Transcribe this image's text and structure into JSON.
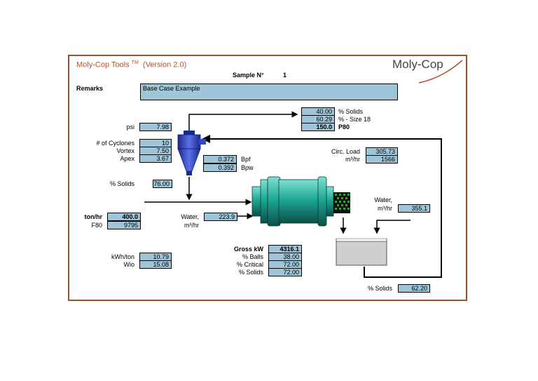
{
  "header": {
    "title": "Moly-Cop Tools",
    "tm": "TM",
    "version": "(Version 2.0)",
    "logo": "Moly-Cop",
    "sample_label": "Sample N°",
    "sample_value": "1",
    "remarks_label": "Remarks",
    "remarks_value": "Base Case Example"
  },
  "cyclone": {
    "psi_label": "psi",
    "psi": "7.98",
    "num_label": "# of Cyclones",
    "num": "10",
    "vortex_label": "Vortex",
    "vortex": "7.50",
    "apex_label": "Apex",
    "apex": "3.67",
    "bpf": "0.372",
    "bpf_label": "Bpf",
    "bpw": "0.392",
    "bpw_label": "Bpw",
    "solids_label": "% Solids",
    "solids": "76.00"
  },
  "overflow": {
    "solids": "40.00",
    "solids_label": "% Solids",
    "size": "60.29",
    "size_label": "% - Size 18",
    "p80": "150.0",
    "p80_label": "P80"
  },
  "circ": {
    "label": "Circ. Load",
    "value": "305.73",
    "m3_label": "m³/hr",
    "m3": "1566"
  },
  "feed": {
    "ton_label": "ton/hr",
    "ton": "400.0",
    "f80_label": "F80",
    "f80": "9795",
    "water_label": "Water,",
    "water_unit": "m³/hr",
    "water": "223.9"
  },
  "sump_water": {
    "label": "Water,",
    "unit": "m³/hr",
    "value": "355.1"
  },
  "mill": {
    "gross_label": "Gross kW",
    "gross": "4316.1",
    "balls_label": "% Balls",
    "balls": "38.00",
    "critical_label": "% Critical",
    "critical": "72.00",
    "solids_label": "% Solids",
    "solids": "72.00"
  },
  "energy": {
    "kwh_label": "kWh/ton",
    "kwh": "10.79",
    "wio_label": "Wio",
    "wio": "15.08"
  },
  "discharge": {
    "solids_label": "% Solids",
    "solids": "62.20"
  },
  "colors": {
    "frame": "#a0522d",
    "box": "#9fc5d8",
    "mill": "#1a9a8a",
    "cyclone": "#2b3fb8"
  }
}
